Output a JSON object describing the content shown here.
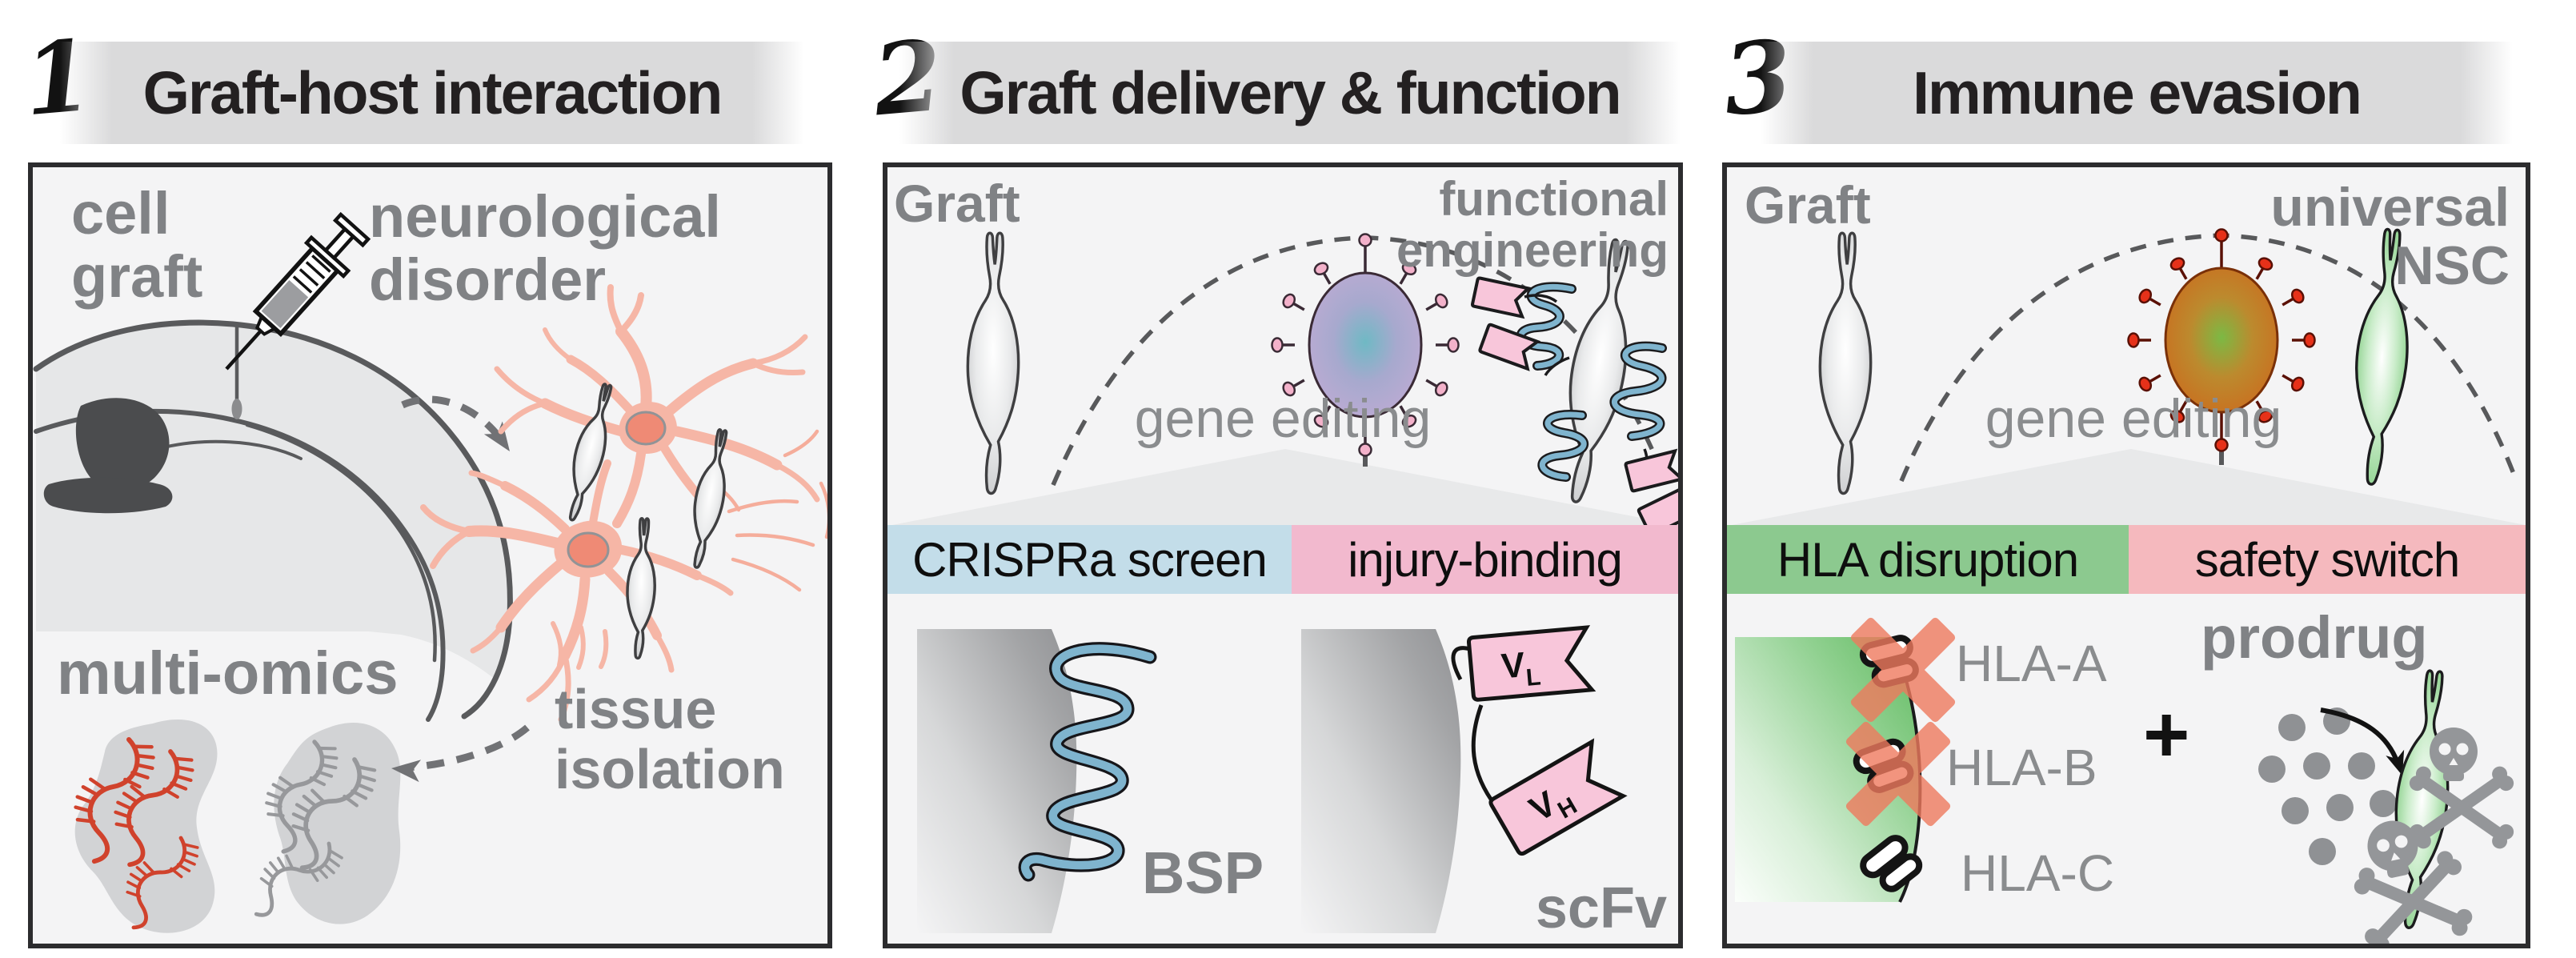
{
  "figure": {
    "type": "graphical-abstract",
    "description": "Three-step neural stem cell graft engineering workflow"
  },
  "header": {
    "panel1": {
      "number": "1",
      "title": "Graft-host interaction"
    },
    "panel2": {
      "number": "2",
      "title": "Graft delivery & function"
    },
    "panel3": {
      "number": "3",
      "title": "Immune evasion"
    }
  },
  "panel1": {
    "cell_graft_l1": "cell",
    "cell_graft_l2": "graft",
    "neuro_l1": "neurological",
    "neuro_l2": "disorder",
    "multiomics": "multi-omics",
    "tissue_l1": "tissue",
    "tissue_l2": "isolation"
  },
  "panel2": {
    "graft": "Graft",
    "functional_l1": "functional",
    "functional_l2": "engineering",
    "gene_editing": "gene editing",
    "bar_left": "CRISPRa screen",
    "bar_right": "injury-binding",
    "bsp": "BSP",
    "scfv": "scFv",
    "vl_main": "V",
    "vl_sub": "L",
    "vh_main": "V",
    "vh_sub": "H"
  },
  "panel3": {
    "graft": "Graft",
    "universal_l1": "universal",
    "universal_l2": "NSC",
    "gene_editing": "gene editing",
    "bar_left": "HLA disruption",
    "bar_right": "safety switch",
    "hla_a": "HLA-A",
    "hla_b": "HLA-B",
    "hla_c": "HLA-C",
    "plus": "+",
    "prodrug": "prodrug"
  },
  "colors": {
    "panel_bg": "#f4f4f5",
    "panel_border": "#2c2c2e",
    "label_gray": "#808285",
    "header_text": "#232021",
    "crispra_blue": "#c3dde9",
    "injury_pink": "#f2b9ce",
    "hla_green": "#8cc98f",
    "safety_pink": "#f5b9be",
    "neuron_salmon": "#f6b6a6",
    "nucleus_salmon": "#ef8a75",
    "rna_red": "#d0422c",
    "dna_gray": "#97989b",
    "bsp_blue": "#7fb4ce",
    "scfv_pink": "#f8c6da",
    "virus2_body": "#b5a6cf",
    "virus2_center": "#6fb9c4",
    "virus2_spike": "#f3b1ca",
    "virus3_body": "#c96f26",
    "virus3_center": "#7cb944",
    "virus3_spike": "#e63119",
    "green_cell": "#7cc97c",
    "skull_gray": "#949699",
    "hla_x_red": "#ef7a5e"
  }
}
